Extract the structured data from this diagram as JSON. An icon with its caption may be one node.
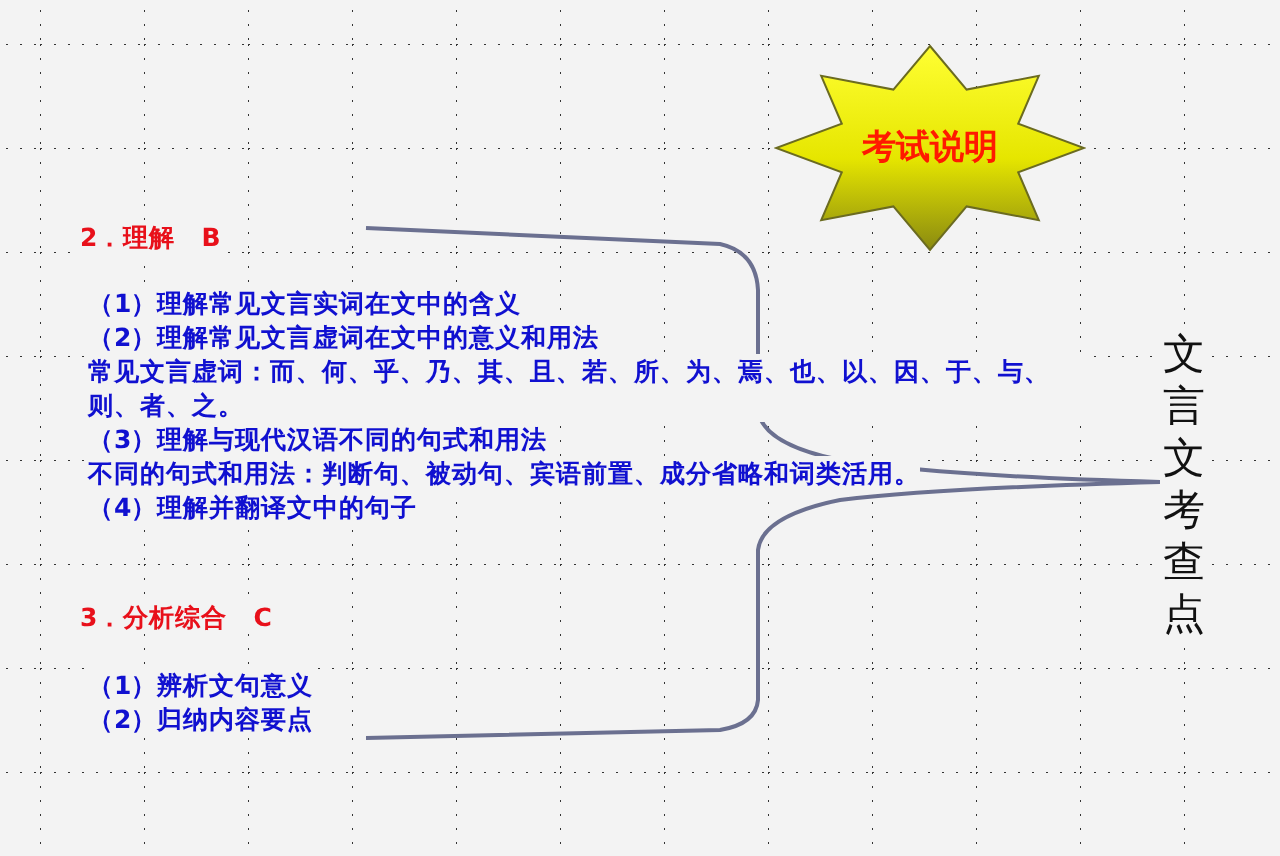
{
  "diagram": {
    "nodes": [
      {
        "text": [
          "考试说明"
        ]
      }
    ],
    "labels": [
      "2．理解　B",
      "（1）理解常见文言实词在文中的含义",
      "（2）理解常见文言虚词在文中的意义和用法",
      "常见文言虚词：而、何、乎、乃、其、且、若、所、为、焉、也、以、因、于、与、则、者、之。",
      "（3）理解与现代汉语不同的句式和用法",
      "不同的句式和用法：判断句、被动句、宾语前置、成分省略和词类活用。",
      "（4）理解并翻译文中的句子",
      "3．分析综合　C",
      "（1）辨析文句意义",
      "（2）归纳内容要点",
      "文言文考查点"
    ]
  }
}
